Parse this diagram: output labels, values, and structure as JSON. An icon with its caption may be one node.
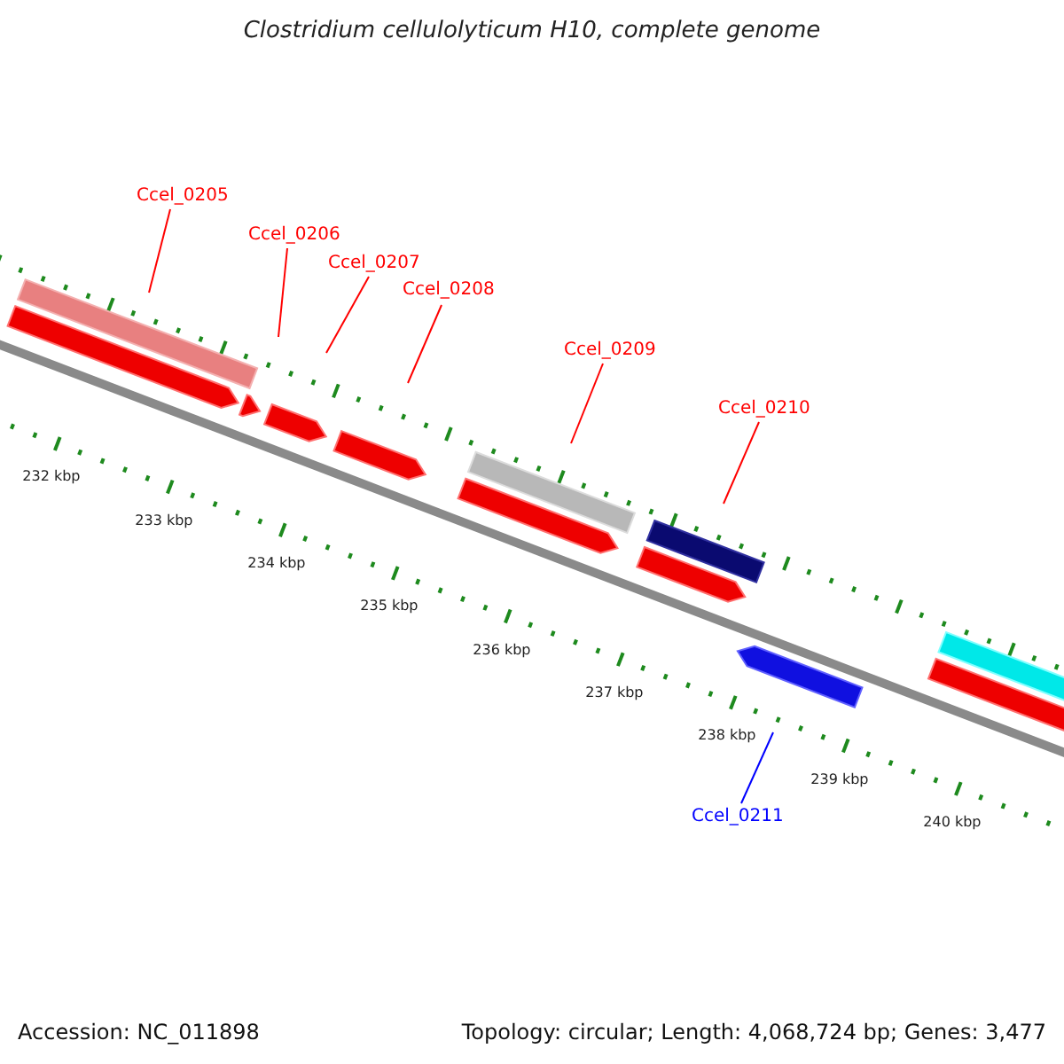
{
  "diagram": {
    "title": "Clostridium cellulolyticum H10, complete genome",
    "nodes": [
      {
        "text": [
          "Ccel_0205"
        ]
      },
      {
        "text": [
          "Ccel_0206"
        ]
      },
      {
        "text": [
          "Ccel_0207"
        ]
      },
      {
        "text": [
          "Ccel_0208"
        ]
      },
      {
        "text": [
          "Ccel_0209"
        ]
      },
      {
        "text": [
          "Ccel_0210"
        ]
      },
      {
        "text": [
          "Ccel_0211"
        ]
      }
    ],
    "edges": [
      {
        "from": 0,
        "to": null,
        "arrow": "none"
      },
      {
        "from": 1,
        "to": null,
        "arrow": "none"
      },
      {
        "from": 2,
        "to": null,
        "arrow": "none"
      },
      {
        "from": 3,
        "to": null,
        "arrow": "none"
      },
      {
        "from": 4,
        "to": null,
        "arrow": "none"
      },
      {
        "from": 5,
        "to": null,
        "arrow": "none"
      },
      {
        "from": 6,
        "to": null,
        "arrow": "none",
        "color": "#0000ff"
      }
    ],
    "labels": [
      "232 kbp",
      "233 kbp",
      "234 kbp",
      "235 kbp",
      "236 kbp",
      "237 kbp",
      "238 kbp",
      "239 kbp",
      "240 kbp",
      "Accession: NC_011898",
      "Topology: circular; Length: 4,068,724 bp; Genes: 3,477"
    ]
  }
}
